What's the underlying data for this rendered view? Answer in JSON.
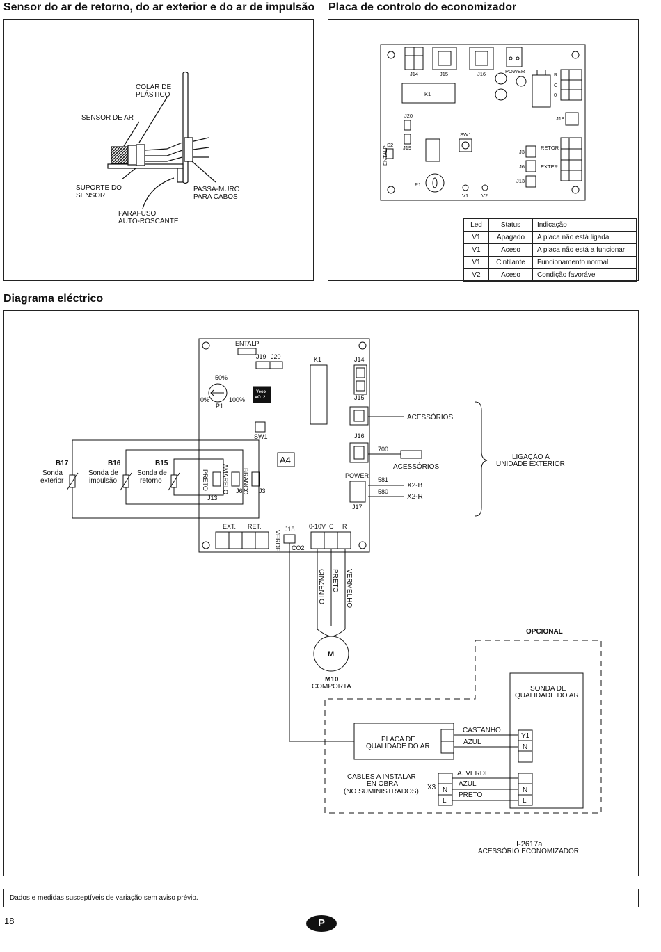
{
  "headings": {
    "sensor": "Sensor do ar de retorno, do ar exterior e do ar de impulsão",
    "board": "Placa de controlo do economizador",
    "wiring": "Diagrama eléctrico"
  },
  "sensor_labels": {
    "colar": [
      "COLAR DE",
      "PLÁSTICO"
    ],
    "sensor": "SENSOR DE AR",
    "suporte": [
      "SUPORTE DO",
      "SENSOR"
    ],
    "passa": [
      "PASSA-MURO",
      "PARA CABOS"
    ],
    "parafuso": [
      "PARAFUSO",
      "AUTO-ROSCANTE"
    ]
  },
  "board_labels": {
    "j14": "J14",
    "j15": "J15",
    "j16": "J16",
    "power": "POWER",
    "r": "R",
    "c": "C",
    "zero": "0",
    "k1": "K1",
    "j20": "J20",
    "j18": "J18",
    "sw1": "SW1",
    "entalp": "ENTALP",
    "s2": "S2",
    "j19": "J19",
    "j3": "J3",
    "retor": "RETOR",
    "j6": "J6",
    "exter": "EXTER",
    "j13": "J13",
    "p1": "P1",
    "v1": "V1",
    "v2": "V2"
  },
  "led_table": {
    "header": [
      "Led",
      "Status",
      "Indicação"
    ],
    "rows": [
      [
        "V1",
        "Apagado",
        "A placa não está ligada"
      ],
      [
        "V1",
        "Aceso",
        "A placa não está a funcionar"
      ],
      [
        "V1",
        "Cintilante",
        "Funcionamento normal"
      ],
      [
        "V2",
        "Aceso",
        "Condição favorável"
      ]
    ]
  },
  "wiring_labels": {
    "entalp": "ENTALP",
    "j19": "J19",
    "j20": "J20",
    "k1": "K1",
    "j14": "J14",
    "p50": "50%",
    "p0": "0%",
    "p100": "100%",
    "p1": "P1",
    "chip1": "Yeco",
    "chip2": "VO. 2",
    "j15": "J15",
    "acessorios1": "ACESSÓRIOS",
    "sw1": "SW1",
    "j16": "J16",
    "w700": "700",
    "acessorios2": "ACESSÓRIOS",
    "ligacao": [
      "LIGAÇÃO À",
      "UNIDADE EXTERIOR"
    ],
    "b17": "B17",
    "b17d": [
      "Sonda",
      "exterior"
    ],
    "b16": "B16",
    "b16d": [
      "Sonda de",
      "impulsão"
    ],
    "b15": "B15",
    "b15d": [
      "Sonda de",
      "retorno"
    ],
    "preto": "PRETO",
    "amarelo": "AMARELO",
    "branco": "BRANCO",
    "j6": "J6",
    "j3": "J3",
    "j13": "J13",
    "a4": "A4",
    "power": "POWER",
    "w581": "581",
    "w580": "580",
    "x2b": "X2-B",
    "x2r": "X2-R",
    "j17": "J17",
    "ext": "EXT.",
    "ret": "RET.",
    "verde": "VERDE",
    "j18": "J18",
    "co2": "CO2",
    "v010": "0-10V",
    "c": "C",
    "r": "R",
    "cinzento": "CINZENTO",
    "preto2": "PRETO",
    "vermelho": "VERMELHO",
    "m": "M",
    "m10": "M10",
    "comporta": "COMPORTA",
    "opcional": "OPCIONAL",
    "sonda_q": [
      "SONDA DE",
      "QUALIDADE DO AR"
    ],
    "placa_q": [
      "PLACA DE",
      "QUALIDADE DO AR"
    ],
    "castanho": "CASTANHO",
    "azul": "AZUL",
    "y1": "Y1",
    "n": "N",
    "cables": [
      "CABLES A INSTALAR",
      "EN OBRA",
      "(NO SUMINISTRADOS)"
    ],
    "x3": "X3",
    "l": "L",
    "averde": "A. VERDE",
    "azul2": "AZUL",
    "preto3": "PRETO",
    "ref": "I-2617a",
    "ref2": "ACESSÓRIO ECONOMIZADOR"
  },
  "footer": "Dados e medidas susceptíveis de variação sem aviso prévio.",
  "page_number": "18",
  "language_badge": "P"
}
